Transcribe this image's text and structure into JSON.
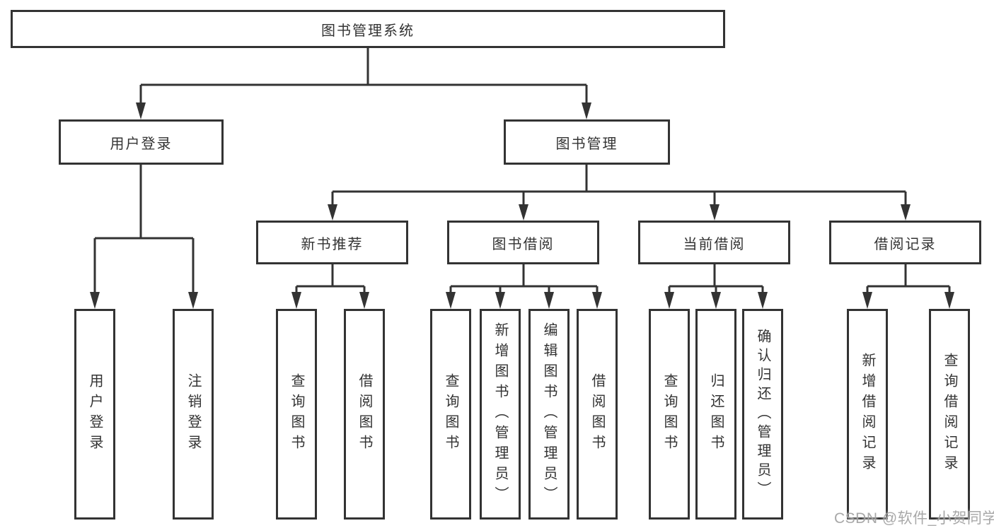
{
  "tree": {
    "root": "图书管理系统",
    "login": {
      "label": "用户登录",
      "children": [
        "用户登录",
        "注销登录"
      ]
    },
    "mgmt": {
      "label": "图书管理",
      "groups": [
        {
          "label": "新书推荐",
          "children": [
            "查询图书",
            "借阅图书"
          ]
        },
        {
          "label": "图书借阅",
          "children": [
            "查询图书",
            "新增图书（管理员）",
            "编辑图书（管理员）",
            "借阅图书"
          ]
        },
        {
          "label": "当前借阅",
          "children": [
            "查询图书",
            "归还图书",
            "确认归还（管理员）"
          ]
        },
        {
          "label": "借阅记录",
          "children": [
            "新增借阅记录",
            "查询借阅记录"
          ]
        }
      ]
    }
  },
  "watermark": {
    "text": "CSDN @软件_小贺同学"
  },
  "colors": {
    "line": "#333333",
    "text": "#333333",
    "background": "#ffffff",
    "watermark": "#a3a3a3"
  }
}
